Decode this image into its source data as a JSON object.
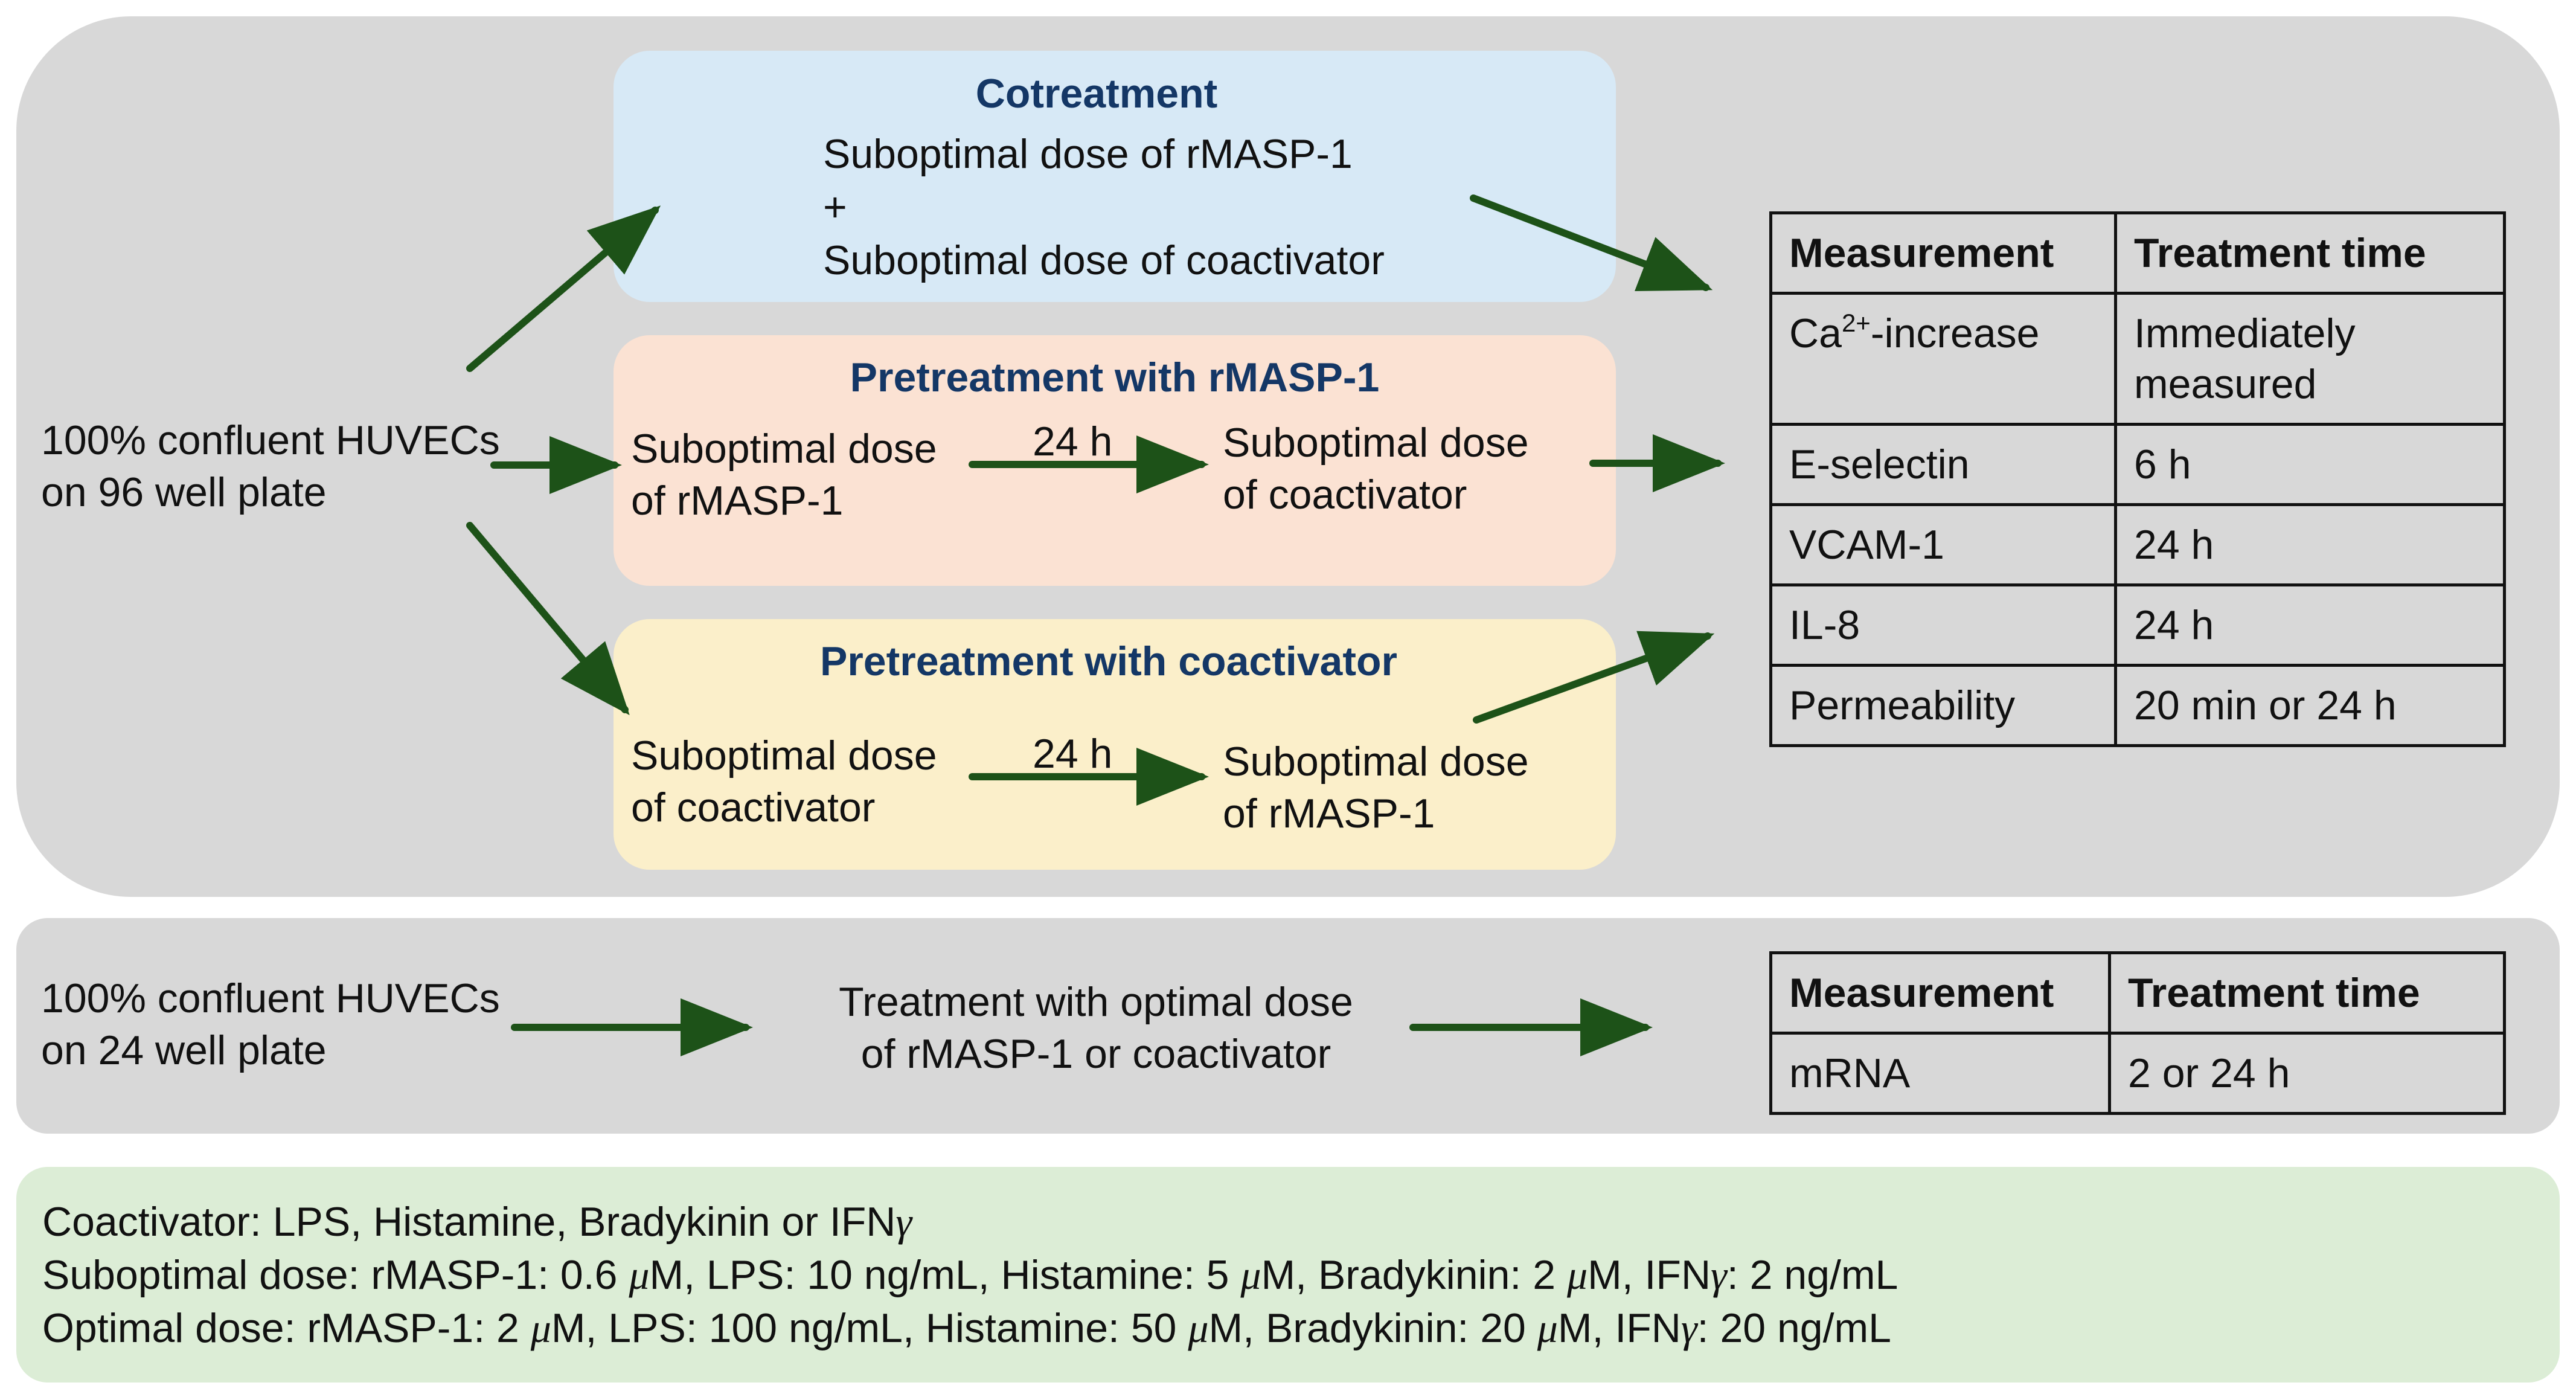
{
  "left_label_96": [
    "100% confluent HUVECs",
    "on 96 well plate"
  ],
  "cotreatment": {
    "title": "Cotreatment",
    "line1": "Suboptimal dose of rMASP-1",
    "plus": "+",
    "line2": "Suboptimal dose of coactivator"
  },
  "pre_rmasp": {
    "title": "Pretreatment with rMASP-1",
    "first": [
      "Suboptimal dose",
      "of rMASP-1"
    ],
    "interval": "24 h",
    "second": [
      "Suboptimal dose",
      "of coactivator"
    ]
  },
  "pre_coact": {
    "title": "Pretreatment with coactivator",
    "first": [
      "Suboptimal dose",
      "of coactivator"
    ],
    "interval": "24 h",
    "second": [
      "Suboptimal dose",
      "of rMASP-1"
    ]
  },
  "table1": {
    "headers": [
      "Measurement",
      "Treatment time"
    ],
    "rows": [
      {
        "m_pre": "Ca",
        "m_sup": "2+",
        "m_post": "-increase",
        "t1": "Immediately",
        "t2": "measured"
      },
      {
        "m": "E-selectin",
        "t": "6 h"
      },
      {
        "m": "VCAM-1",
        "t": "24 h"
      },
      {
        "m": "IL-8",
        "t": "24 h"
      },
      {
        "m": "Permeability",
        "t": "20 min or 24 h"
      }
    ]
  },
  "left_label_24": [
    "100% confluent HUVECs",
    "on 24 well plate"
  ],
  "optimal_treatment": [
    "Treatment with optimal dose",
    "of rMASP-1 or coactivator"
  ],
  "table2": {
    "headers": [
      "Measurement",
      "Treatment time"
    ],
    "rows": [
      {
        "m": "mRNA",
        "t": "2 or 24 h"
      }
    ]
  },
  "notes": {
    "coactivator": {
      "text": "Coactivator: LPS, Histamine, Bradykinin or IFN",
      "symbol": "γ"
    },
    "suboptimal": {
      "a": "Suboptimal dose: rMASP-1: 0.6 ",
      "mu1": "μ",
      "b": "M, LPS: 10 ng/mL, Histamine: 5 ",
      "mu2": "μ",
      "c": "M, Bradykinin: 2 ",
      "mu3": "μ",
      "d": "M, IFN",
      "gamma": "γ",
      "e": ": 2 ng/mL"
    },
    "optimal": {
      "a": "Optimal dose: rMASP-1: 2 ",
      "mu1": "μ",
      "b": "M, LPS: 100 ng/mL, Histamine: 50 ",
      "mu2": "μ",
      "c": "M,  Bradykinin: 20 ",
      "mu3": "μ",
      "d": "M, IFN",
      "gamma": "γ",
      "e": ": 20 ng/mL"
    }
  },
  "colors": {
    "arrow": "#1d5218",
    "panel": "#d8d8d8",
    "cotreatment_box": "#d7e9f6",
    "pretreatment_rmasp_box": "#fbe2d3",
    "pretreatment_coactivator_box": "#fbefca",
    "notes_box": "#dcedd6",
    "heading": "#143766"
  }
}
